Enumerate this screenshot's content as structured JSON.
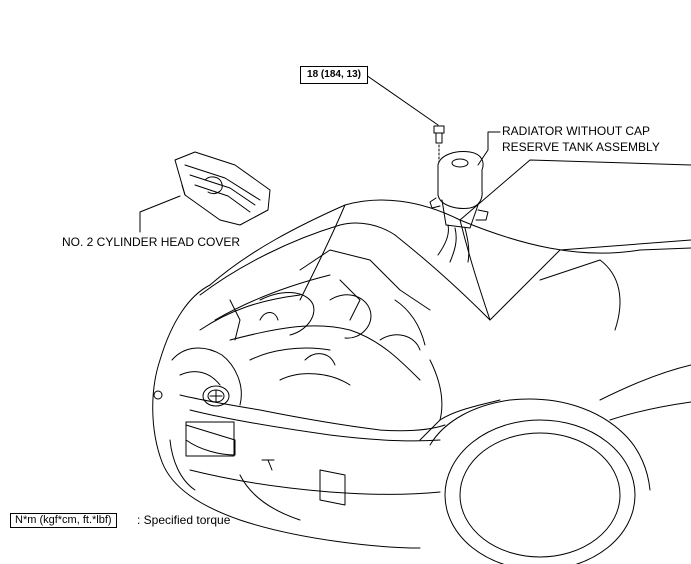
{
  "labels": {
    "torque_value": "18 (184, 13)",
    "radiator_line1": "RADIATOR WITHOUT CAP",
    "radiator_line2": "RESERVE TANK ASSEMBLY",
    "cylinder_cover": "NO. 2 CYLINDER HEAD COVER"
  },
  "legend": {
    "unit": "N*m (kgf*cm, ft.*lbf)",
    "description": ": Specified torque"
  },
  "colors": {
    "stroke": "#000000",
    "background": "#ffffff"
  }
}
